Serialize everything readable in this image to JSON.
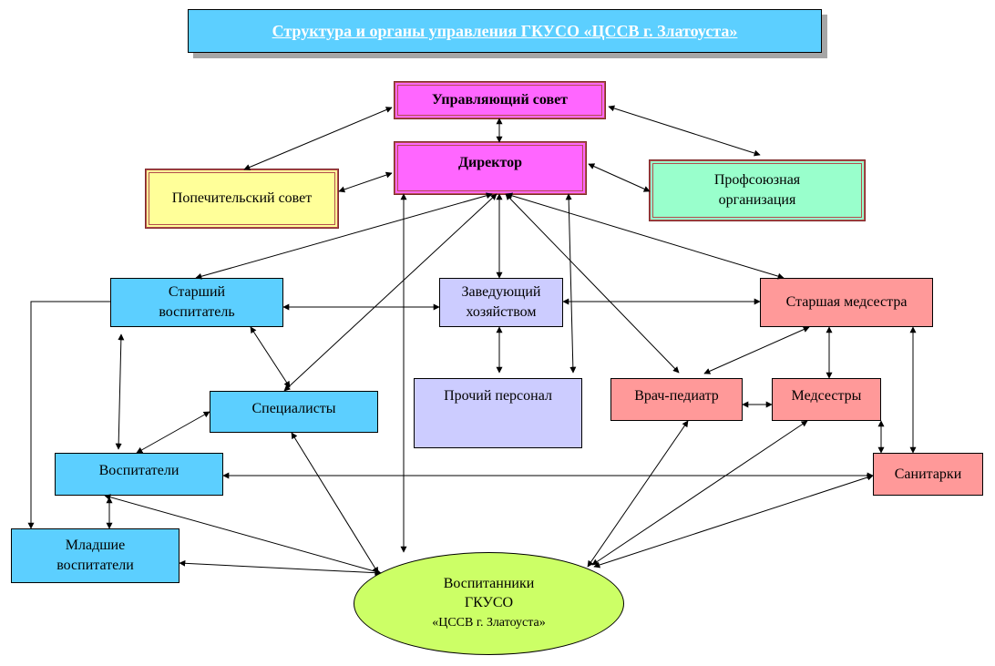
{
  "title": "Структура и органы управления ГКУСО «ЦССВ г. Златоуста»",
  "nodes": {
    "upr_sovet": "Управляющий совет",
    "direktor": "Директор",
    "popech": "Попечительский совет",
    "profsoyuz": "Профсоюзная\nорганизация",
    "st_vosp": "Старший\nвоспитатель",
    "zav_hoz": "Заведующий\nхозяйством",
    "st_medsestra": "Старшая медсестра",
    "prochiy": "Прочий персонал",
    "vrach": "Врач-педиатр",
    "medsestry": "Медсестры",
    "specialisty": "Специалисты",
    "vospitateli": "Воспитатели",
    "sanitarki": "Санитарки",
    "ml_vosp": "Младшие\nвоспитатели"
  },
  "ellipse": {
    "line1": "Воспитанники",
    "line2": "ГКУСО",
    "line3": "«ЦССВ г. Златоуста»"
  },
  "colors": {
    "blue": "#5ccfff",
    "lilac": "#ccccff",
    "pink": "#ff9999",
    "magenta": "#ff66ff",
    "yellow": "#ffff99",
    "mint": "#99ffcc",
    "green": "#ccff66"
  }
}
